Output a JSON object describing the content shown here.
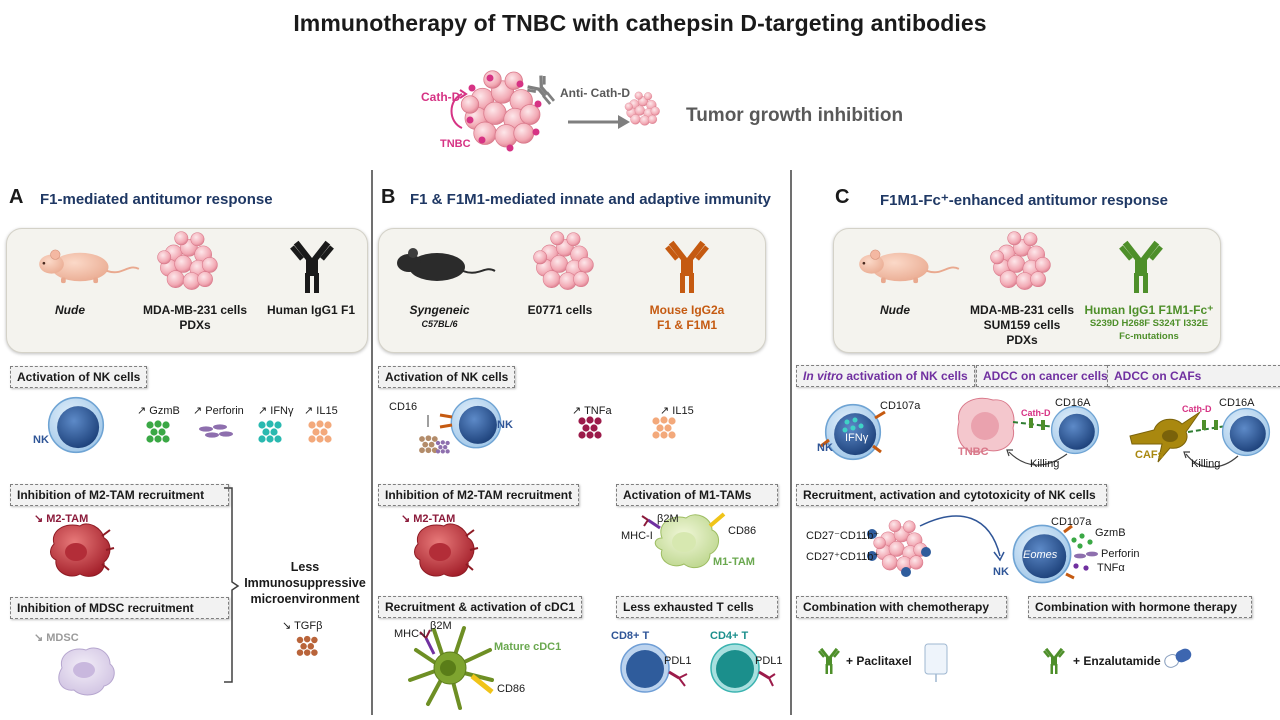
{
  "title": "Immunotherapy of TNBC with cathepsin D-targeting antibodies",
  "header": {
    "cath_d": "Cath-D",
    "tnbc": "TNBC",
    "anti_cath_d": "Anti- Cath-D",
    "outcome": "Tumor growth inhibition"
  },
  "panel_a": {
    "letter": "A",
    "title": "F1-mediated antitumor response",
    "model": "Nude",
    "cells_line1": "MDA-MB-231 cells",
    "cells_line2": "PDXs",
    "antibody": "Human IgG1 F1",
    "nk_activation": "Activation of NK cells",
    "nk": "NK",
    "markers": [
      "↗ GzmB",
      "↗ Perforin",
      "↗ IFNγ",
      "↗ IL15"
    ],
    "m2_inhibition": "Inhibition of M2-TAM recruitment",
    "m2_tam": "↘ M2-TAM",
    "mdsc_inhibition": "Inhibition of MDSC recruitment",
    "mdsc": "↘ MDSC",
    "outcome_line1": "Less",
    "outcome_line2": "Immunosuppressive",
    "outcome_line3": "microenvironment",
    "tgfb": "↘ TGFβ"
  },
  "panel_b": {
    "letter": "B",
    "title": "F1 & F1M1-mediated innate and adaptive immunity",
    "model": "Syngeneic",
    "model_sub": "C57BL/6",
    "cells": "E0771 cells",
    "antibody_line1": "Mouse IgG2a",
    "antibody_line2": "F1 & F1M1",
    "nk_activation": "Activation of NK cells",
    "cd16": "CD16",
    "nk": "NK",
    "markers": [
      "↗ TNFa",
      "↗ IL15"
    ],
    "m2_inhibition": "Inhibition of M2-TAM  recruitment",
    "m2_tam": "↘ M2-TAM",
    "m1_activation": "Activation of M1-TAMs",
    "b2m": "β2M",
    "mhc1": "MHC-I",
    "cd86": "CD86",
    "m1_tam": "M1-TAM",
    "cdc1_box": "Recruitment & activation of cDC1",
    "mature_cdc1": "Mature cDC1",
    "tcells_box": "Less exhausted T cells",
    "cd8": "CD8+ T",
    "cd4": "CD4+ T",
    "pdl1": "PDL1"
  },
  "panel_c": {
    "letter": "C",
    "title": "F1M1-Fc⁺-enhanced antitumor response",
    "model": "Nude",
    "cells_line1": "MDA-MB-231 cells",
    "cells_line2": "SUM159 cells",
    "cells_line3": "PDXs",
    "antibody": "Human IgG1 F1M1-Fc⁺",
    "mutations": "S239D H268F S324T I332E",
    "mutations_label": "Fc-mutations",
    "invitro_italic": "In vitro",
    "invitro_rest": " activation of NK cells",
    "adcc_cancer": "ADCC on cancer cells",
    "adcc_cafs": "ADCC on CAFs",
    "cd107a": "CD107a",
    "ifng": "IFNγ",
    "nk": "NK",
    "cath_d": "Cath-D",
    "cd16a": "CD16A",
    "tnbc": "TNBC",
    "killing": "Killing",
    "cafs": "CAFs",
    "recruitment_box": "Recruitment, activation and cytotoxicity of NK cells",
    "cd27_neg": "CD27⁻CD11b⁺",
    "cd27_pos": "CD27⁺CD11b⁺",
    "eomes": "Eomes",
    "gzmb": "GzmB",
    "perforin": "Perforin",
    "tnfa": "TNFα",
    "chemo_box": "Combination with chemotherapy",
    "hormone_box": "Combination with hormone therapy",
    "paclitaxel": "+ Paclitaxel",
    "enzalutamide": "+ Enzalutamide"
  },
  "colors": {
    "navy": "#1f3864",
    "purple": "#7030a0",
    "orange": "#c55a11",
    "green": "#4e8f2a",
    "maroon": "#8b1a3a",
    "pink": "#d63384"
  }
}
